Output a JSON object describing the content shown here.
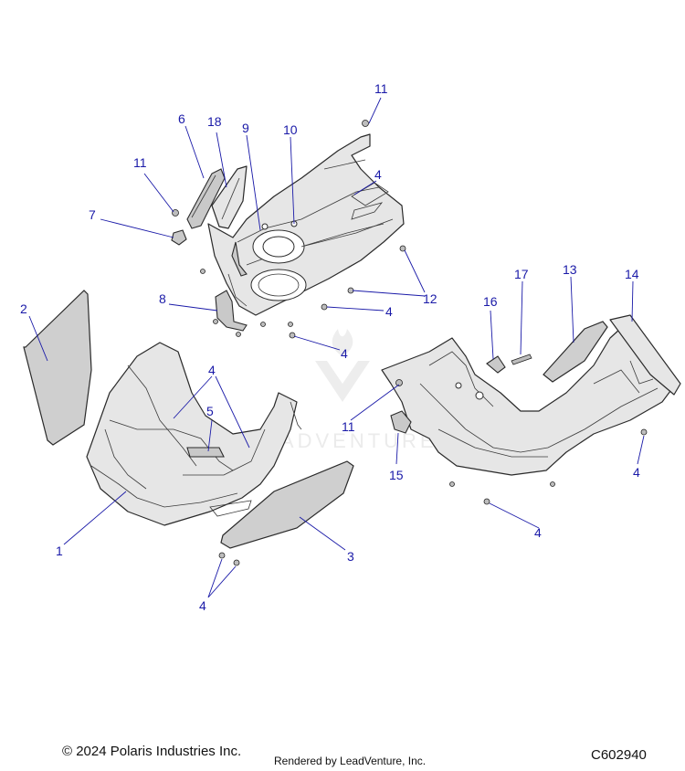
{
  "callouts": [
    "1",
    "2",
    "3",
    "4",
    "4",
    "4",
    "4",
    "4",
    "4",
    "4",
    "4",
    "4",
    "5",
    "6",
    "7",
    "8",
    "9",
    "10",
    "11",
    "11",
    "11",
    "12",
    "13",
    "14",
    "15",
    "16",
    "17",
    "18"
  ],
  "footer": {
    "copyright": "© 2024 Polaris Industries Inc.",
    "rendered_by": "Rendered by LeadVenture, Inc.",
    "figure_id": "C602940"
  },
  "watermark": {
    "text": "LEADVENTURE"
  },
  "colors": {
    "callout": "#1a1aa8",
    "line": "#2a2a2a",
    "part_fill": "#e6e6e6",
    "panel_fill": "#cfcfcf"
  }
}
